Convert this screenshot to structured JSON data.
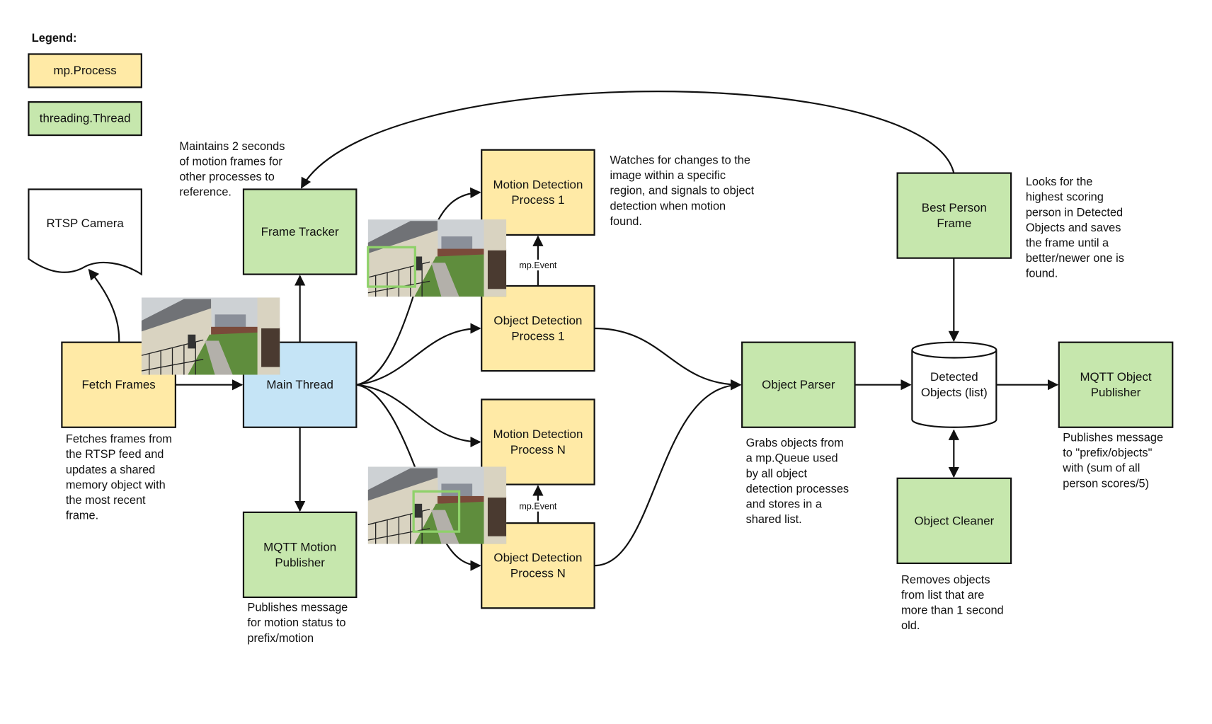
{
  "legend": {
    "title": "Legend:",
    "process": "mp.Process",
    "thread": "threading.Thread"
  },
  "colors": {
    "process": "#ffeaa6",
    "thread": "#c6e7ad",
    "main": "#c5e4f6",
    "motion_box": "#8fd16a"
  },
  "nodes": {
    "rtsp": [
      "RTSP Camera"
    ],
    "fetch": [
      "Fetch Frames"
    ],
    "main": [
      "Main Thread"
    ],
    "frame_tracker": [
      "Frame Tracker"
    ],
    "mqtt_motion": [
      "MQTT Motion",
      "Publisher"
    ],
    "motion1": [
      "Motion Detection",
      "Process 1"
    ],
    "object1": [
      "Object Detection",
      "Process 1"
    ],
    "motionN": [
      "Motion Detection",
      "Process N"
    ],
    "objectN": [
      "Object Detection",
      "Process N"
    ],
    "parser": [
      "Object Parser"
    ],
    "detected": [
      "Detected",
      "Objects (list)"
    ],
    "mqtt_object": [
      "MQTT Object",
      "Publisher"
    ],
    "best_person": [
      "Best Person",
      "Frame"
    ],
    "cleaner": [
      "Object Cleaner"
    ]
  },
  "edge_labels": {
    "event1": "mp.Event",
    "eventN": "mp.Event"
  },
  "descriptions": {
    "frame_tracker": [
      "Maintains 2 seconds",
      "of motion frames for",
      "other processes to",
      "reference."
    ],
    "fetch": [
      "Fetches frames from",
      "the RTSP feed and",
      "updates a shared",
      "memory object with",
      "the most recent",
      "frame."
    ],
    "mqtt_motion": [
      "Publishes message",
      "for motion status to",
      "prefix/motion"
    ],
    "motion": [
      "Watches for changes to the",
      "image within a specific",
      "region, and signals to object",
      "detection when motion",
      "found."
    ],
    "parser": [
      "Grabs objects from",
      "a mp.Queue used",
      "by all object",
      "detection processes",
      "and stores in a",
      "shared list."
    ],
    "best_person": [
      "Looks for the",
      "highest scoring",
      "person in Detected",
      "Objects and saves",
      "the frame until a",
      "better/newer one is",
      "found."
    ],
    "cleaner": [
      "Removes objects",
      "from list that are",
      "more than 1 second",
      "old."
    ],
    "mqtt_object": [
      "Publishes message",
      "to \"prefix/objects\"",
      "with (sum of all",
      "person scores/5)"
    ]
  }
}
